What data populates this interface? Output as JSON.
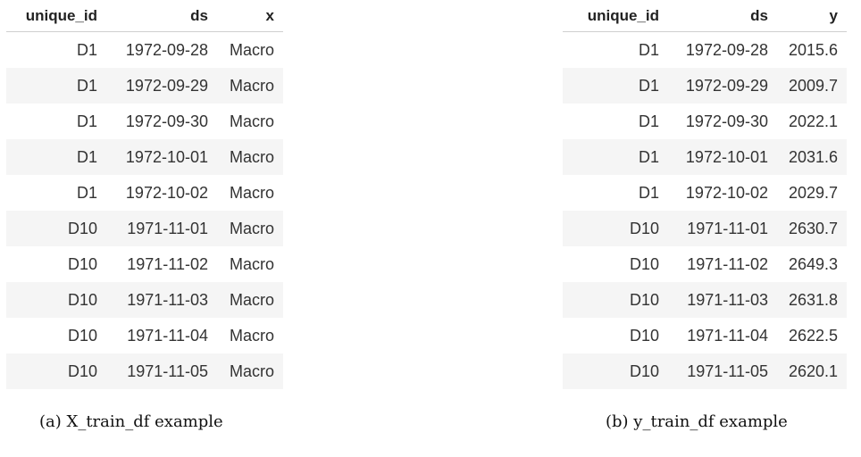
{
  "x_train_df": {
    "columns": [
      "unique_id",
      "ds",
      "x"
    ],
    "rows": [
      [
        "D1",
        "1972-09-28",
        "Macro"
      ],
      [
        "D1",
        "1972-09-29",
        "Macro"
      ],
      [
        "D1",
        "1972-09-30",
        "Macro"
      ],
      [
        "D1",
        "1972-10-01",
        "Macro"
      ],
      [
        "D1",
        "1972-10-02",
        "Macro"
      ],
      [
        "D10",
        "1971-11-01",
        "Macro"
      ],
      [
        "D10",
        "1971-11-02",
        "Macro"
      ],
      [
        "D10",
        "1971-11-03",
        "Macro"
      ],
      [
        "D10",
        "1971-11-04",
        "Macro"
      ],
      [
        "D10",
        "1971-11-05",
        "Macro"
      ]
    ],
    "caption": "(a) X_train_df example"
  },
  "y_train_df": {
    "columns": [
      "unique_id",
      "ds",
      "y"
    ],
    "rows": [
      [
        "D1",
        "1972-09-28",
        "2015.6"
      ],
      [
        "D1",
        "1972-09-29",
        "2009.7"
      ],
      [
        "D1",
        "1972-09-30",
        "2022.1"
      ],
      [
        "D1",
        "1972-10-01",
        "2031.6"
      ],
      [
        "D1",
        "1972-10-02",
        "2029.7"
      ],
      [
        "D10",
        "1971-11-01",
        "2630.7"
      ],
      [
        "D10",
        "1971-11-02",
        "2649.3"
      ],
      [
        "D10",
        "1971-11-03",
        "2631.8"
      ],
      [
        "D10",
        "1971-11-04",
        "2622.5"
      ],
      [
        "D10",
        "1971-11-05",
        "2620.1"
      ]
    ],
    "caption": "(b) y_train_df example"
  }
}
